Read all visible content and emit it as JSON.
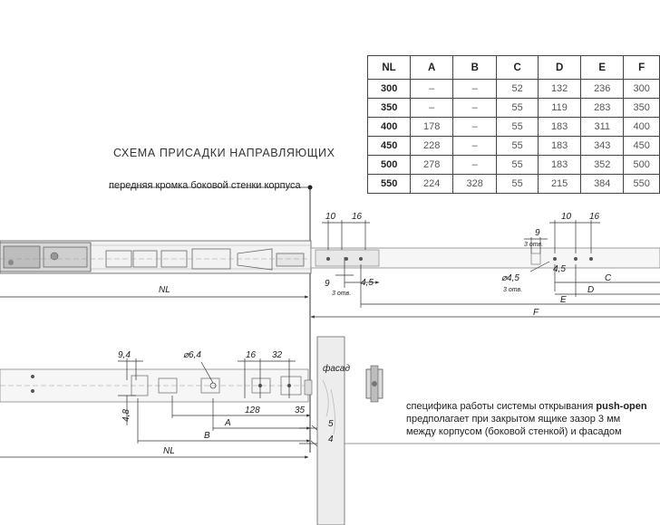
{
  "table": {
    "headers": [
      "NL",
      "A",
      "B",
      "C",
      "D",
      "E",
      "F"
    ],
    "rows": [
      [
        "300",
        "–",
        "–",
        "52",
        "132",
        "236",
        "300"
      ],
      [
        "350",
        "–",
        "–",
        "55",
        "119",
        "283",
        "350"
      ],
      [
        "400",
        "178",
        "–",
        "55",
        "183",
        "311",
        "400"
      ],
      [
        "450",
        "228",
        "–",
        "55",
        "183",
        "343",
        "450"
      ],
      [
        "500",
        "278",
        "–",
        "55",
        "183",
        "352",
        "500"
      ],
      [
        "550",
        "224",
        "328",
        "55",
        "215",
        "384",
        "550"
      ]
    ]
  },
  "diagram": {
    "title": "СХЕМА ПРИСАДКИ НАПРАВЛЯЮЩИХ",
    "front_edge_label": "передняя кромка боковой стенки корпуса",
    "facade_label": "фасад",
    "upper": {
      "nl": "NL",
      "d10": "10",
      "d16": "16",
      "d9": "9",
      "holes3": "3 отв.",
      "d45": "4,5",
      "d9b": "9",
      "holes3b": "3 отв.",
      "d10b": "10",
      "d16b": "16",
      "dia45": "⌀4,5",
      "holes3c": "3 отв.",
      "d45b": "4,5",
      "c": "C",
      "d": "D",
      "e": "E",
      "f": "F"
    },
    "lower": {
      "d94": "9,4",
      "dia64": "⌀6,4",
      "d16": "16",
      "d32": "32",
      "d48": "4,8",
      "d128": "128",
      "d35": "35",
      "a": "A",
      "b": "B",
      "nl": "NL",
      "d5": "5",
      "d4": "4"
    },
    "note": {
      "line1_prefix": "специфика работы системы открывания ",
      "line1_bold": "push-open",
      "line2": "предполагает при закрытом ящике зазор 3 мм",
      "line3": "между корпусом (боковой стенкой) и фасадом"
    }
  }
}
